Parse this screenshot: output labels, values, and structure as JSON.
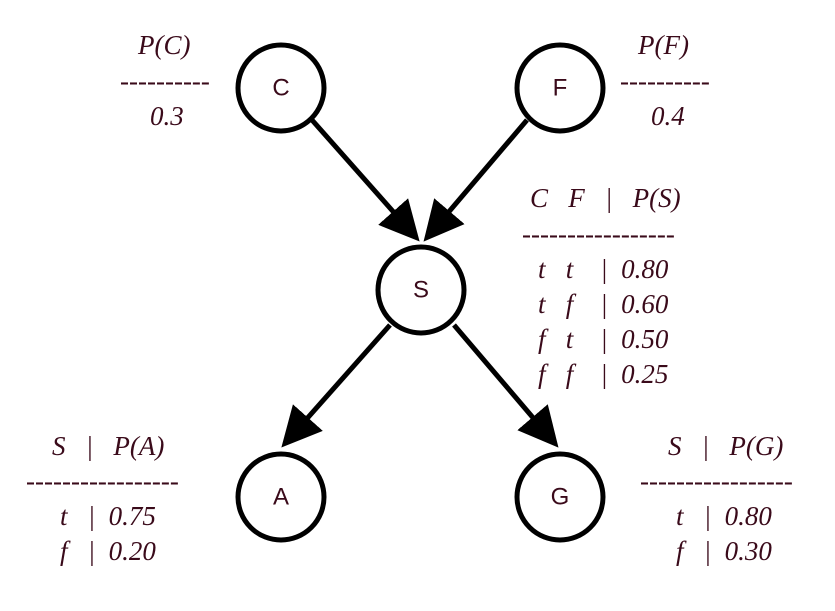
{
  "nodes": {
    "c": "C",
    "f": "F",
    "s": "S",
    "a": "A",
    "g": "G"
  },
  "cpt_c": {
    "header": "P(C)",
    "rule": "----------",
    "value": "0.3"
  },
  "cpt_f": {
    "header": "P(F)",
    "rule": "----------",
    "value": "0.4"
  },
  "cpt_s": {
    "header": "C   F   |   P(S)",
    "rule": "-----------------",
    "rows": [
      "t   t    |  0.80",
      "t   f    |  0.60",
      "f   t    |  0.50",
      "f   f    |  0.25"
    ]
  },
  "cpt_a": {
    "header": "S   |   P(A)",
    "rule": "-----------------",
    "rows": [
      "t   |  0.75",
      "f   |  0.20"
    ]
  },
  "cpt_g": {
    "header": "S   |   P(G)",
    "rule": "-----------------",
    "rows": [
      "t   |  0.80",
      "f   |  0.30"
    ]
  }
}
